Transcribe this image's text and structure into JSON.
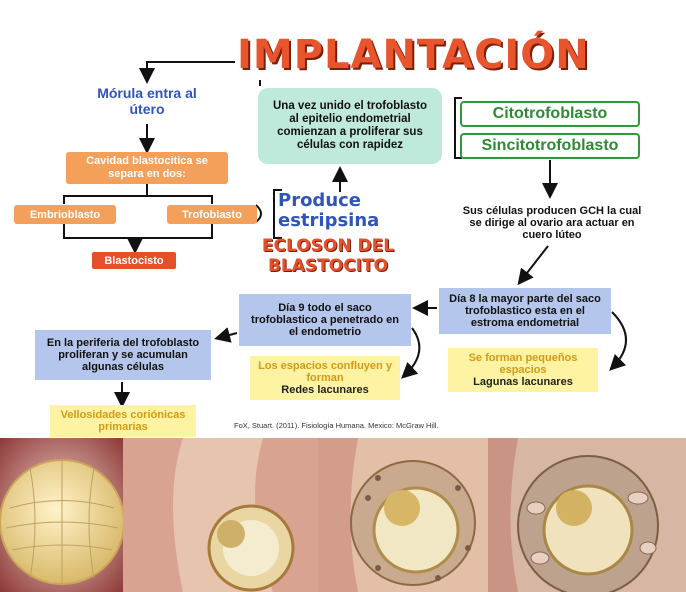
{
  "title": "IMPLANTACIÓN",
  "morula": "Mórula entra al útero",
  "cavidad": "Cavidad blastocitica se separa en dos:",
  "embrioblasto": "Embrioblasto",
  "trofoblasto": "Trofoblasto",
  "blastocisto": "Blastocisto",
  "produce": "Produce estripsina",
  "eclosion": "ECLOSON DEL BLASTOCITO",
  "trofo_unido": "Una vez unido el trofoblasto al epitelio endometrial comienzan a proliferar sus células con rapidez",
  "citotrofoblasto": "Citotrofoblasto",
  "sincitotrofoblasto": "Sincitotrofoblasto",
  "gch": "Sus células producen GCH la cual se dirige al ovario ara actuar en cuero lúteo",
  "dia8": "Día 8 la mayor parte del saco trofoblastico esta en el estroma endometrial",
  "lagunas_pre": "Se forman pequeños espacios",
  "lagunas_bold": "Lagunas lacunares",
  "dia9": "Día 9 todo el saco trofoblastico a penetrado en el endometrio",
  "espacios_pre": "Los espacios confluyen y forman",
  "espacios_bold": "Redes lacunares",
  "periferia": "En la periferia del trofoblasto proliferan y se acumulan algunas células",
  "vellosidades": "Vellosidades coriónicas primarias",
  "cita": "FoX, Stuart. (2011). Fisiología Humana. Mexico: McGraw Hill.",
  "colors": {
    "title": "#e8542c",
    "blue": "#2f55b9",
    "orange": "#f4a05a",
    "red": "#e5502b",
    "mint": "#bfe9da",
    "green": "#2d9c3b",
    "lightblue": "#b4c6ec",
    "yellow": "#fdf3a3"
  }
}
